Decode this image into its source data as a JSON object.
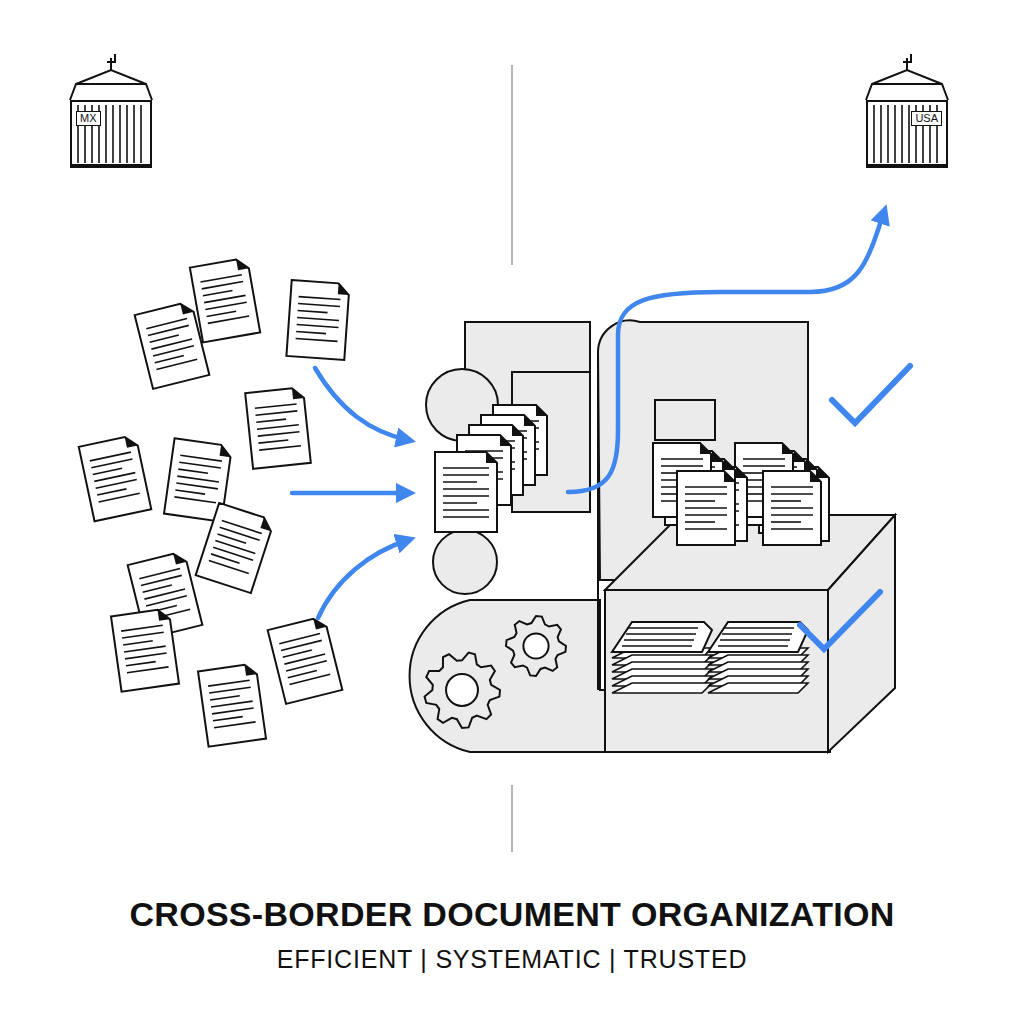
{
  "diagram": {
    "title": "CROSS-BORDER DOCUMENT ORGANIZATION",
    "caption": "EFFICIENT | SYSTEMATIC | TRUSTED",
    "nodes": [
      {
        "text": [
          "MX"
        ]
      },
      {
        "text": [
          "USA"
        ]
      }
    ]
  }
}
